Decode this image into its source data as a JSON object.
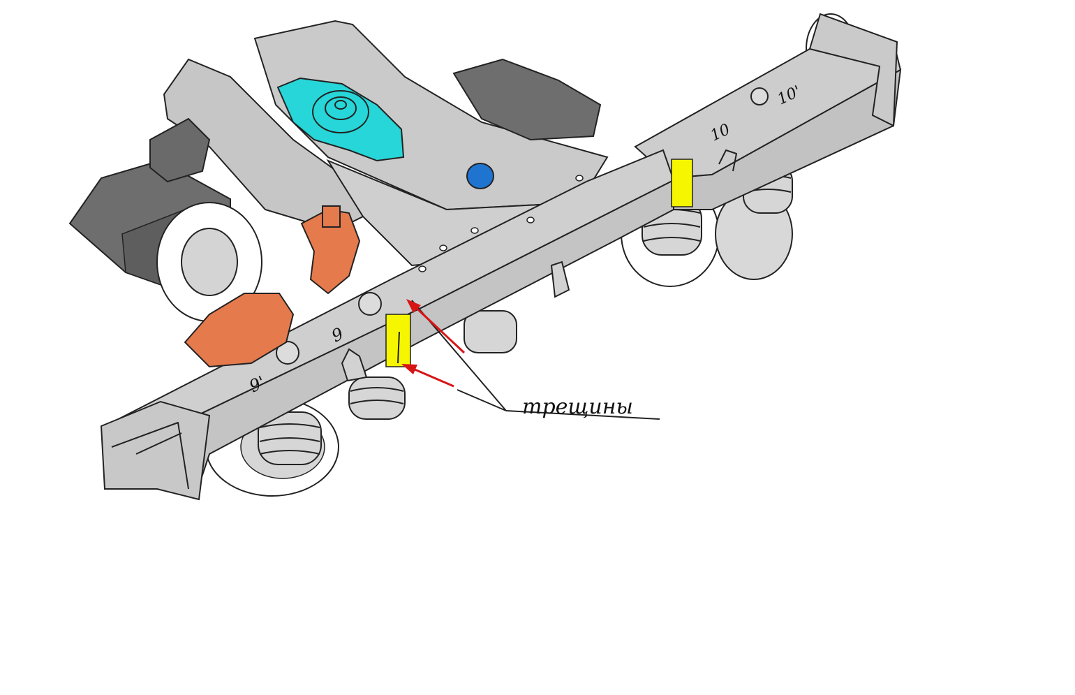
{
  "labels": {
    "annotation": "трещины",
    "mark_9": "9",
    "mark_9p": "9'",
    "mark_10": "10",
    "mark_10p": "10'"
  },
  "colors": {
    "frame": "#cacaca",
    "frame_dark": "#6e6e6e",
    "spring_cyan": "#27d6d8",
    "cylinder_blue": "#1f74d0",
    "part_orange": "#e57a4d",
    "crack_zone": "#f6f600",
    "arrow": "#d81515",
    "outline": "#222222"
  }
}
